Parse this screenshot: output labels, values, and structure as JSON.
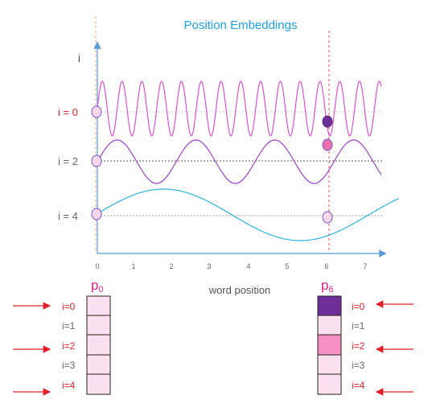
{
  "title": "Position Embeddings",
  "y_axis_label": "i",
  "x_axis_label": "word position",
  "row_labels": [
    "i = 0",
    "i = 2",
    "i = 4"
  ],
  "x_ticks": [
    "0",
    "1",
    "2",
    "3",
    "4",
    "5",
    "6",
    "7"
  ],
  "vector_p0": {
    "label_base": "p",
    "label_sub": "0",
    "cells": [
      {
        "label": "i=0",
        "fill": "#fde0ef",
        "highlight": true
      },
      {
        "label": "i=1",
        "fill": "#fde0ef",
        "highlight": false
      },
      {
        "label": "i=2",
        "fill": "#fde0ef",
        "highlight": true
      },
      {
        "label": "i=3",
        "fill": "#fde0ef",
        "highlight": false
      },
      {
        "label": "i=4",
        "fill": "#fde0ef",
        "highlight": true
      }
    ]
  },
  "vector_p6": {
    "label_base": "p",
    "label_sub": "6",
    "cells": [
      {
        "label": "i=0",
        "fill": "#6f2f98",
        "highlight": true
      },
      {
        "label": "i=1",
        "fill": "#fde0ef",
        "highlight": false
      },
      {
        "label": "i=2",
        "fill": "#f58fc4",
        "highlight": true
      },
      {
        "label": "i=3",
        "fill": "#fde0ef",
        "highlight": false
      },
      {
        "label": "i=4",
        "fill": "#fde0ef",
        "highlight": true
      }
    ]
  },
  "colors": {
    "title": "#1aa3e8",
    "axis": "#5b9bd5",
    "wave_i0": "#e24fd3",
    "wave_i2": "#9b3fd1",
    "wave_i4": "#2bb5dd",
    "highlight_label": "#e0202a",
    "normal_label": "#666666",
    "arrow": "#e0202a",
    "p_label": "#e0208a",
    "marker_fill": "#f9d6ea",
    "marker_stroke": "#6a5acd",
    "dot_dark": "#6f2f98",
    "dot_pink": "#ee6fae",
    "guide_line": "#f0a070"
  }
}
